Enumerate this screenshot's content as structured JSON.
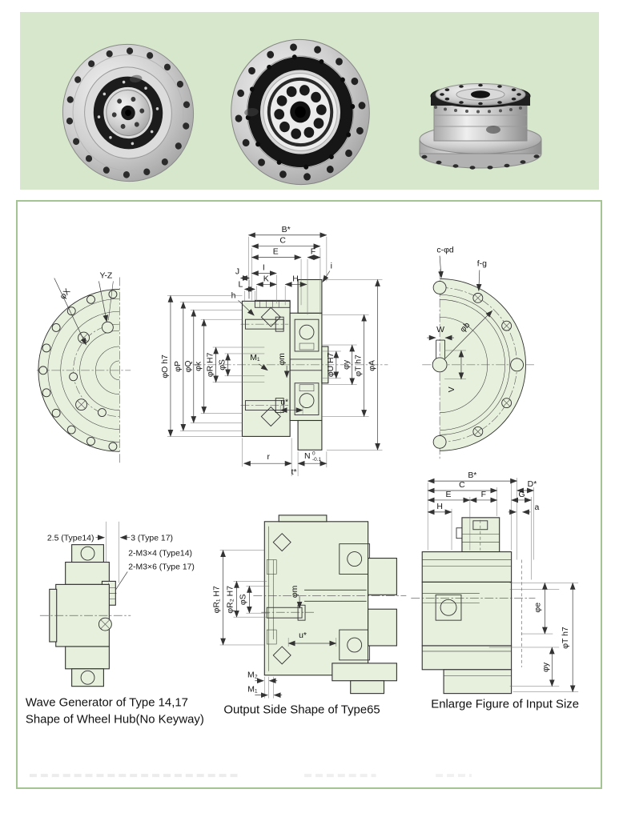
{
  "colors": {
    "photo_panel_bg": "#d7e7cc",
    "panel_border": "#a4c494",
    "drawing_fill": "#e7f0dd",
    "line": "#2f2f2f"
  },
  "figures": {
    "left_flange": {
      "yz": "Y-Z",
      "phi_x": "φX"
    },
    "main_section": {
      "b_star": "B*",
      "c": "C",
      "e": "E",
      "f": "F",
      "i_cap": "I",
      "k": "K",
      "h_cap": "H",
      "j": "J",
      "l": "L",
      "h_small": "h",
      "i_small": "i",
      "phi_o": "φO h7",
      "phi_p": "φP",
      "phi_q": "φQ",
      "phi_k": "φk",
      "phi_r": "φR H7",
      "phi_s": "φS",
      "m1": "M₁",
      "phi_m": "φm",
      "u_star": "u*",
      "phi_u": "φU H7",
      "phi_y": "φy",
      "phi_t": "φT h7",
      "phi_a": "φA",
      "r": "r",
      "t_star": "t*",
      "n": "N",
      "n_sup": "0",
      "n_sub": "-0.1"
    },
    "right_flange": {
      "c_phi_d": "c-φd",
      "f_g": "f-g",
      "w": "W",
      "phi_b": "φb",
      "v": "V"
    },
    "wave_generator": {
      "t14": "2.5 (Type14)",
      "t17": "3 (Type 17)",
      "m3_14": "2-M3×4 (Type14)",
      "m3_17": "2-M3×6 (Type 17)"
    },
    "output_side": {
      "phi_r1": "φR₁ H7",
      "phi_r2": "φR₂ H7",
      "phi_s": "φS",
      "phi_m": "φm",
      "u_star": "u*",
      "m2": "M₂",
      "m1": "M₁"
    },
    "input_enlarge": {
      "b_star": "B*",
      "c": "C",
      "d_star": "D*",
      "e": "E",
      "f": "F",
      "g": "G",
      "h": "H",
      "a": "a",
      "phi_e": "φe",
      "phi_t": "φT h7",
      "phi_y": "φy"
    }
  },
  "captions": {
    "wave_1": "Wave Generator of Type 14,17",
    "wave_2": "Shape of Wheel Hub(No Keyway)",
    "output": "Output Side Shape of Type65",
    "input": "Enlarge Figure of Input Size"
  }
}
